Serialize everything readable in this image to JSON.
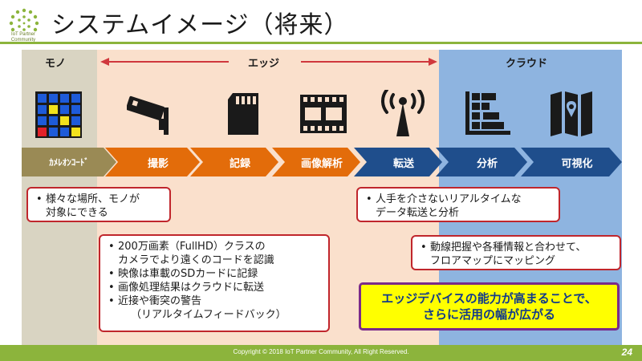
{
  "header": {
    "title": "システムイメージ（将来）",
    "logo_text_line1": "IoT Partner",
    "logo_text_line2": "Community"
  },
  "zones": {
    "mono": "モノ",
    "edge": "エッジ",
    "cloud": "クラウド"
  },
  "icons": [
    "color-code-icon",
    "security-camera-icon",
    "sd-card-icon",
    "film-strip-icon",
    "antenna-icon",
    "analytics-chart-icon",
    "map-icon"
  ],
  "process_steps": [
    "ｶﾒﾚｵﾝｺｰﾄﾞ",
    "撮影",
    "記録",
    "画像解析",
    "転送",
    "分析",
    "可視化"
  ],
  "callouts": {
    "mono": [
      "様々な場所、モノが",
      "対象にできる"
    ],
    "edge_features": [
      "200万画素（FullHD）クラスの",
      "カメラでより遠くのコードを認識",
      "映像は車載のSDカードに記録",
      "画像処理結果はクラウドに転送",
      "近接や衝突の警告",
      "（リアルタイムフィードバック）"
    ],
    "transfer": [
      "人手を介さないリアルタイムな",
      "データ転送と分析"
    ],
    "cloud": [
      "動線把握や各種情報と合わせて、",
      "フロアマップにマッピング"
    ]
  },
  "highlight": {
    "line1": "エッジデバイスの能力が高まることで、",
    "line2": "さらに活用の幅が広がる"
  },
  "footer": {
    "copyright": "Copyright © 2018 IoT Partner Community, All Right Reserved.",
    "page_number": "24"
  },
  "colors": {
    "accent_green": "#8cb43c",
    "mono_zone": "#d9d4c2",
    "edge_zone": "#fae0cc",
    "cloud_zone": "#8eb4e0",
    "mono_step": "#9a8a55",
    "edge_step": "#e36c0a",
    "cloud_step": "#1f4e8c",
    "callout_border": "#c0262c"
  }
}
